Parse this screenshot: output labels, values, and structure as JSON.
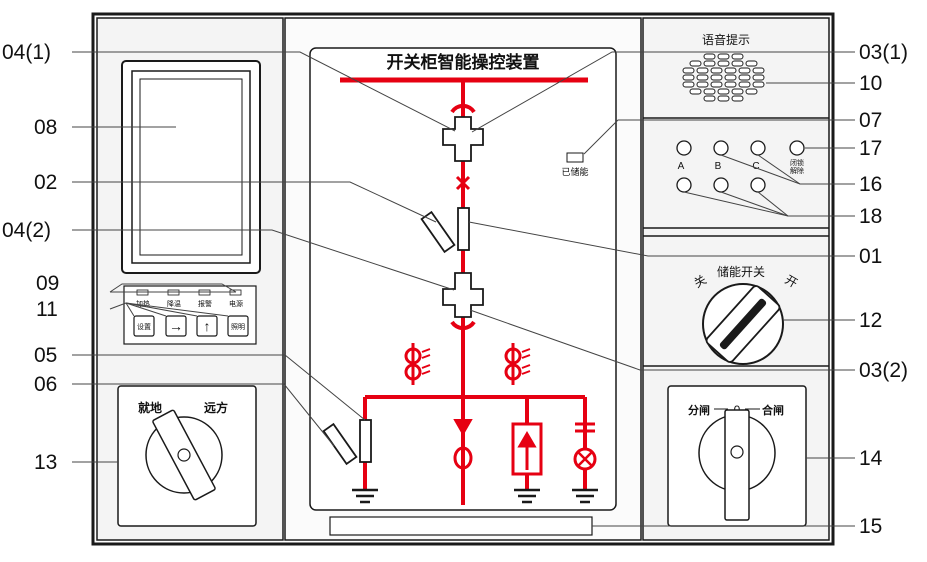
{
  "panel": {
    "title": "开关柜智能操控装置",
    "stored_energy_label": "已储能",
    "voice_label": "语音提示",
    "indicators": [
      "加热",
      "降温",
      "报警",
      "电源"
    ],
    "keys": [
      "设置",
      "→",
      "↑",
      "照明"
    ],
    "phase_labels": [
      "A",
      "B",
      "C"
    ],
    "lock_release_label": [
      "闭锁",
      "解除"
    ],
    "storage_switch": {
      "title": "储能开关",
      "left": "关",
      "right": "开"
    },
    "local_remote": {
      "left": "就地",
      "right": "远方"
    },
    "open_close": {
      "left": "分闸",
      "mid": "0",
      "right": "合闸"
    }
  },
  "callouts": {
    "left": [
      "04(1)",
      "08",
      "02",
      "04(2)",
      "09",
      "11",
      "05",
      "06",
      "13"
    ],
    "right": [
      "03(1)",
      "10",
      "07",
      "17",
      "16",
      "18",
      "01",
      "12",
      "03(2)",
      "14",
      "15"
    ]
  },
  "colors": {
    "bus": "#e60012",
    "outline": "#1a1a1a",
    "panel": "#f7f7f7",
    "leader": "#444444"
  }
}
